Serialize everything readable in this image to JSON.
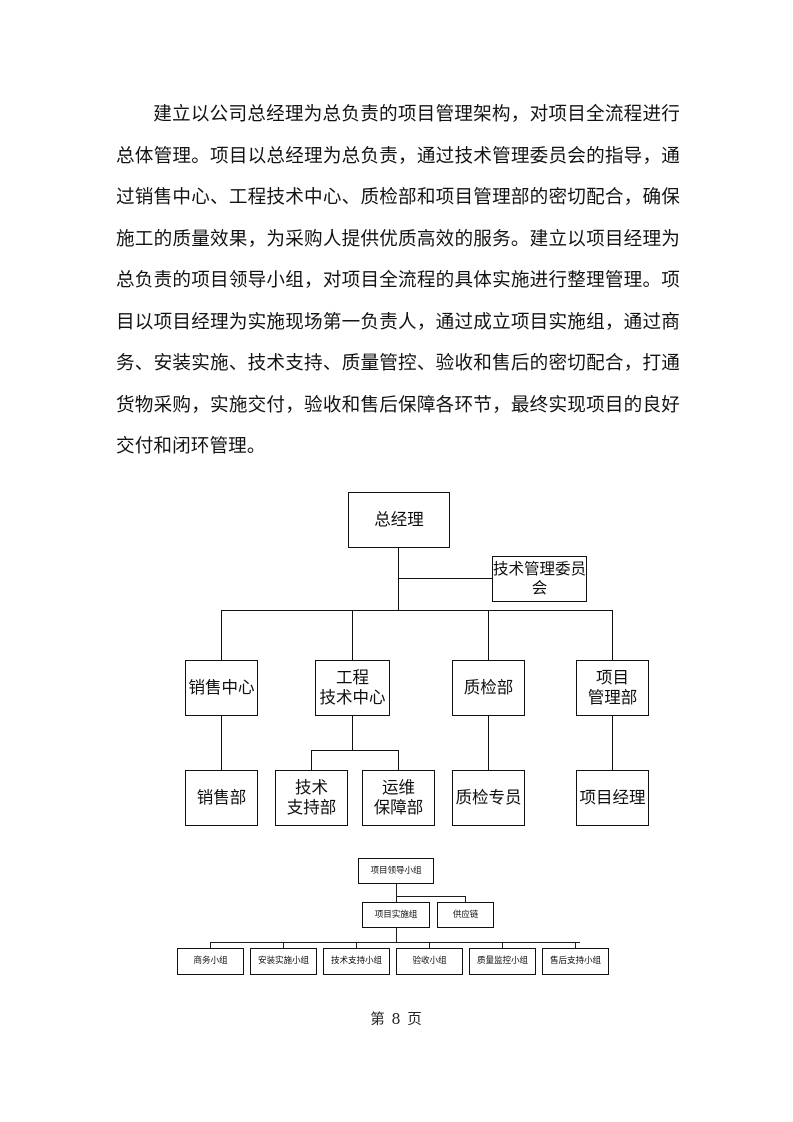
{
  "document": {
    "body_paragraph": "建立以公司总经理为总负责的项目管理架构，对项目全流程进行总体管理。项目以总经理为总负责，通过技术管理委员会的指导，通过销售中心、工程技术中心、质检部和项目管理部的密切配合，确保施工的质量效果，为采购人提供优质高效的服务。建立以项目经理为总负责的项目领导小组，对项目全流程的具体实施进行整理管理。项目以项目经理为实施现场第一负责人，通过成立项目实施组，通过商务、安装实施、技术支持、质量管控、验收和售后的密切配合，打通货物采购，实施交付，验收和售后保障各环节，最终实现项目的良好交付和闭环管理。",
    "footer": "第 8 页",
    "colors": {
      "page_background": "#ffffff",
      "text": "#131313",
      "box_border": "#111111"
    }
  },
  "org_chart_main": {
    "top": {
      "general_manager": "总经理",
      "tech_committee": "技术管理委员会"
    },
    "level2": [
      {
        "label": "销售中心"
      },
      {
        "label": "工程\n技术中心"
      },
      {
        "label": "质检部"
      },
      {
        "label": "项目\n管理部"
      }
    ],
    "level3": [
      {
        "label": "销售部"
      },
      {
        "label": "技术\n支持部"
      },
      {
        "label": "运维\n保障部"
      },
      {
        "label": "质检专员"
      },
      {
        "label": "项目经理"
      }
    ]
  },
  "org_chart_team": {
    "leader_group": "项目领导小组",
    "implementation_group": "项目实施组",
    "supply_chain": "供应链",
    "sub_teams": [
      {
        "label": "商务小组"
      },
      {
        "label": "安装实施小组"
      },
      {
        "label": "技术支持小组"
      },
      {
        "label": "验收小组"
      },
      {
        "label": "质量监控小组"
      },
      {
        "label": "售后支持小组"
      }
    ]
  }
}
